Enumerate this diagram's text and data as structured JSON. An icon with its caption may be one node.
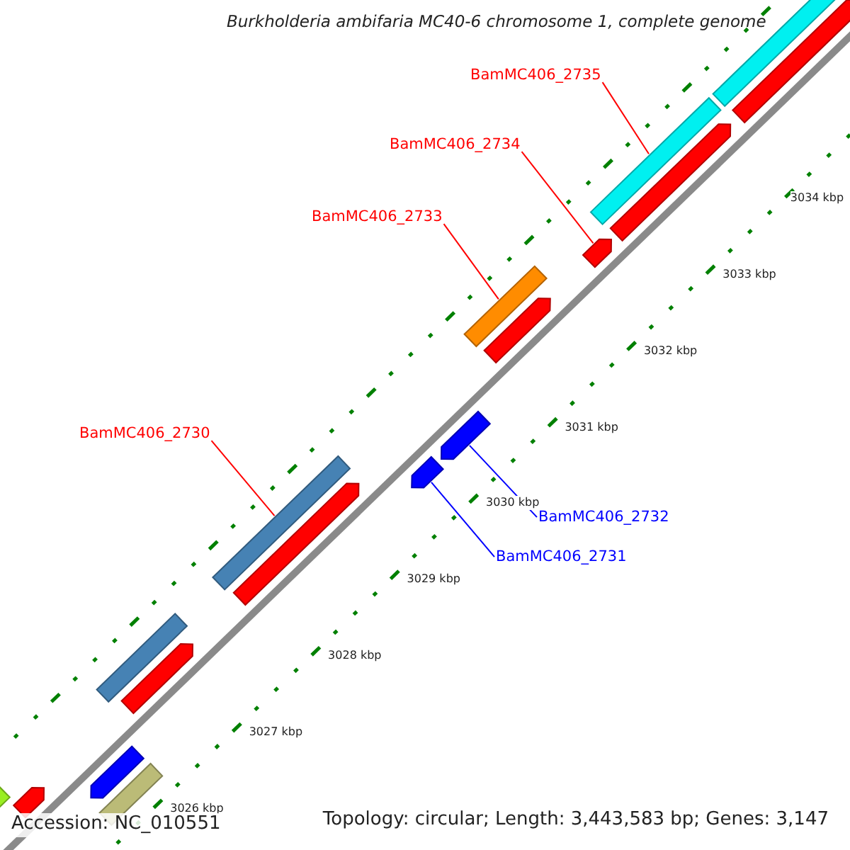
{
  "diagram": {
    "title": "Burkholderia ambifaria MC40-6 chromosome 1, complete genome",
    "nodes": [
      {
        "text": [
          "BamMC406_2735"
        ]
      },
      {
        "text": [],
        "shape": "bar"
      },
      {
        "text": [
          "BamMC406_2734"
        ]
      },
      {
        "text": [],
        "shape": "arrow"
      },
      {
        "text": [
          "BamMC406_2733"
        ]
      },
      {
        "text": [],
        "shape": "bar"
      },
      {
        "text": [
          "BamMC406_2730"
        ]
      },
      {
        "text": [],
        "shape": "bar"
      },
      {
        "text": [
          "BamMC406_2732"
        ]
      },
      {
        "text": [],
        "shape": "arrow"
      },
      {
        "text": [
          "BamMC406_2731"
        ]
      },
      {
        "text": [],
        "shape": "arrow"
      },
      {
        "text": [],
        "shape": "bar"
      },
      {
        "text": [],
        "shape": "arrow"
      },
      {
        "text": [],
        "shape": "bar"
      },
      {
        "text": [],
        "shape": "arrow"
      },
      {
        "text": [],
        "shape": "bar"
      },
      {
        "text": [],
        "shape": "arrow"
      },
      {
        "text": [],
        "shape": "arrow"
      },
      {
        "text": [],
        "shape": "arrow"
      },
      {
        "text": [],
        "shape": "arrow"
      },
      {
        "text": [],
        "shape": "arrow"
      },
      {
        "text": [],
        "shape": "bar"
      }
    ],
    "edges": [
      {
        "from": 0,
        "to": 1,
        "arrow": "none"
      },
      {
        "from": 2,
        "to": 3,
        "arrow": "none"
      },
      {
        "from": 4,
        "to": 5,
        "arrow": "none"
      },
      {
        "from": 6,
        "to": 7,
        "arrow": "none"
      },
      {
        "from": 8,
        "to": 9,
        "arrow": "none",
        "color": "#0000ff"
      },
      {
        "from": 10,
        "to": 11,
        "arrow": "none",
        "color": "#0000ff"
      }
    ],
    "labels": [
      "3034 kbp",
      "3033 kbp",
      "3032 kbp",
      "3031 kbp",
      "3030 kbp",
      "3029 kbp",
      "3028 kbp",
      "3027 kbp",
      "3026 kbp",
      "Accession: NC_010551",
      "Topology: circular; Length: 3,443,583 bp; Genes: 3,147"
    ]
  }
}
